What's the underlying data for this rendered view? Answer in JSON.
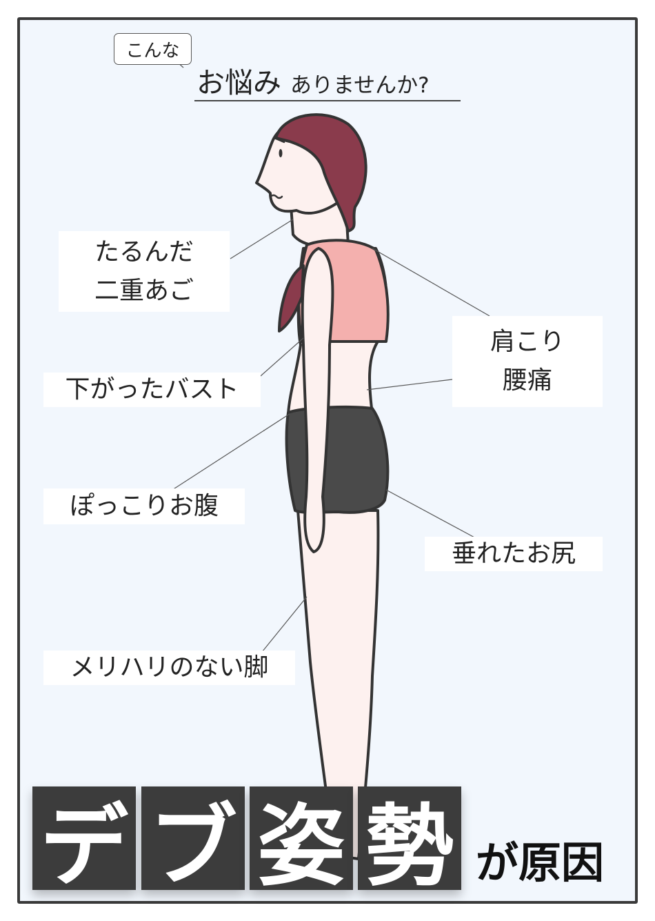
{
  "header": {
    "bubble": "こんな",
    "title_main": "お悩み",
    "title_rest": "ありませんか?"
  },
  "labels": {
    "double_chin": [
      "たるんだ",
      "二重あご"
    ],
    "sagging_bust": "下がったバスト",
    "belly": "ぽっこりお腹",
    "legs": "メリハリのない脚",
    "shoulder_back": [
      "肩こり",
      "腰痛"
    ],
    "hips": "垂れたお尻"
  },
  "footer": {
    "chars": [
      "デ",
      "ブ",
      "姿",
      "勢"
    ],
    "suffix": "が原因"
  },
  "colors": {
    "hair": "#8a3b4c",
    "bra": "#f4b0ae",
    "shorts": "#4a4a4a",
    "skin": "#fdf1ef",
    "frame_bg": "#f2f7fd"
  }
}
